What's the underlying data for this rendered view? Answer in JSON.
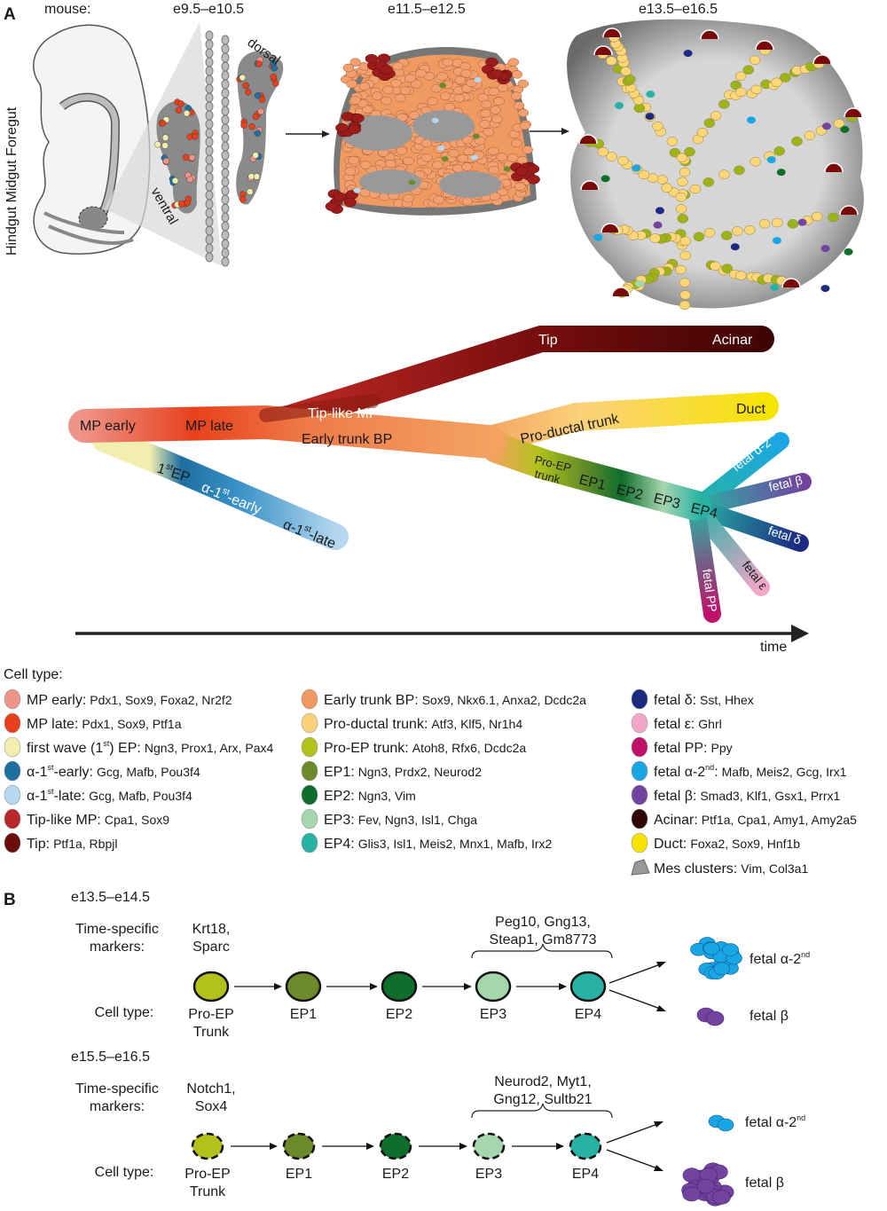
{
  "panel_a": {
    "label": "A",
    "species": "mouse:",
    "stages": [
      "e9.5–e10.5",
      "e11.5–e12.5",
      "e13.5–e16.5"
    ],
    "gut_axis": "Hindgut Midgut Foregut",
    "orientation": {
      "dorsal": "dorsal",
      "ventral": "ventral"
    }
  },
  "lineage": {
    "mp_early": "MP early",
    "mp_late": "MP late",
    "tip_like_mp": "Tip-like MP",
    "early_trunk_bp": "Early trunk BP",
    "tip": "Tip",
    "acinar": "Acinar",
    "pro_ductal": "Pro-ductal trunk",
    "duct": "Duct",
    "first_ep": {
      "pre": "1",
      "sup": "st",
      "post": "EP"
    },
    "alpha_early": {
      "pre": "α-1",
      "sup": "st",
      "post": "-early"
    },
    "alpha_late": {
      "pre": "α-1",
      "sup": "st",
      "post": "-late"
    },
    "pro_ep_1": "Pro-EP",
    "pro_ep_2": "trunk",
    "ep": [
      "EP1",
      "EP2",
      "EP3",
      "EP4"
    ],
    "fetal_alpha": {
      "pre": "fetal α-2",
      "sup": "nd"
    },
    "fetal_beta": "fetal β",
    "fetal_delta": "fetal δ",
    "fetal_epsilon": "fetal ε",
    "fetal_pp": "fetal PP",
    "time": "time"
  },
  "legend": {
    "title": "Cell type:",
    "items": [
      {
        "color": "#ee958a",
        "name": "MP early:",
        "markers": "Pdx1, Sox9, Foxa2, Nr2f2"
      },
      {
        "color": "#e8401c",
        "name": "MP late:",
        "markers": "Pdx1, Sox9, Ptf1a"
      },
      {
        "color": "#f2eeb0",
        "name": "first wave (1",
        "sup": "st",
        "post": ") EP:",
        "markers": "Ngn3, Prox1, Arx, Pax4"
      },
      {
        "color": "#1e6fa0",
        "name": "α-1",
        "sup": "st",
        "post": "-early:",
        "markers": "Gcg, Mafb, Pou3f4"
      },
      {
        "color": "#b5d8f0",
        "name": "α-1",
        "sup": "st",
        "post": "-late:",
        "markers": "Gcg, Mafb, Pou3f4"
      },
      {
        "color": "#b8282a",
        "name": "Tip-like MP:",
        "markers": "Cpa1, Sox9"
      },
      {
        "color": "#6a0d0d",
        "name": "Tip:",
        "markers": "Ptf1a, Rbpjl"
      },
      {
        "color": "#f09a62",
        "name": "Early trunk BP:",
        "markers": "Sox9, Nkx6.1, Anxa2, Dcdc2a"
      },
      {
        "color": "#fbd27a",
        "name": "Pro-ductal trunk:",
        "markers": "Atf3, Klf5, Nr1h4"
      },
      {
        "color": "#b3c21a",
        "name": "Pro-EP trunk:",
        "markers": "Atoh8, Rfx6, Dcdc2a"
      },
      {
        "color": "#6d8a2a",
        "name": "EP1:",
        "markers": "Ngn3, Prdx2, Neurod2"
      },
      {
        "color": "#0f6e2c",
        "name": "EP2:",
        "markers": "Ngn3, Vim"
      },
      {
        "color": "#a6d6ae",
        "name": "EP3:",
        "markers": "Fev, Ngn3, Isl1, Chga"
      },
      {
        "color": "#28b2a4",
        "name": "EP4:",
        "markers": "Glis3, Isl1, Meis2, Mnx1, Mafb, Irx2"
      },
      {
        "color": "#1c2a82",
        "name": "fetal δ:",
        "markers": "Sst, Hhex"
      },
      {
        "color": "#f2a6c8",
        "name": "fetal ε:",
        "markers": "Ghrl"
      },
      {
        "color": "#c0106a",
        "name": "fetal PP:",
        "markers": "Ppy"
      },
      {
        "color": "#1aa6e4",
        "name": "fetal α-2",
        "sup": "nd",
        "post": ":",
        "markers": "Mafb, Meis2, Gcg, Irx1"
      },
      {
        "color": "#7244a0",
        "name": "fetal β:",
        "markers": "Smad3, Klf1, Gsx1, Prrx1"
      },
      {
        "color": "#2e0606",
        "name": "Acinar:",
        "markers": "Ptf1a, Cpa1, Amy1, Amy2a5"
      },
      {
        "color": "#f6e400",
        "name": "Duct:",
        "markers": "Foxa2, Sox9, Hnf1b"
      },
      {
        "color": "#9a9a9a",
        "name": "Mes clusters:",
        "markers": "Vim, Col3a1",
        "shape": "mes"
      }
    ]
  },
  "panel_b": {
    "label": "B",
    "rows": [
      {
        "stage": "e13.5–e14.5",
        "markers_label_1": "Time-specific",
        "markers_label_2": "markers:",
        "early_markers_1": "Krt18,",
        "early_markers_2": "Sparc",
        "late_markers_1": "Peg10, Gng13,",
        "late_markers_2": "Steap1, Gm8773",
        "cell_type_label": "Cell type:",
        "cells": [
          "Pro-EP",
          "EP1",
          "EP2",
          "EP3",
          "EP4"
        ],
        "cell_sub": "Trunk",
        "fetal_alpha": {
          "pre": "fetal α-2",
          "sup": "nd"
        },
        "fetal_beta": "fetal β"
      },
      {
        "stage": "e15.5–e16.5",
        "markers_label_1": "Time-specific",
        "markers_label_2": "markers:",
        "early_markers_1": "Notch1,",
        "early_markers_2": "Sox4",
        "late_markers_1": "Neurod2, Myt1,",
        "late_markers_2": "Gng12, Sultb21",
        "cell_type_label": "Cell type:",
        "cells": [
          "Pro-EP",
          "EP1",
          "EP2",
          "EP3",
          "EP4"
        ],
        "cell_sub": "Trunk",
        "fetal_alpha": {
          "pre": "fetal α-2",
          "sup": "nd"
        },
        "fetal_beta": "fetal β"
      }
    ]
  }
}
